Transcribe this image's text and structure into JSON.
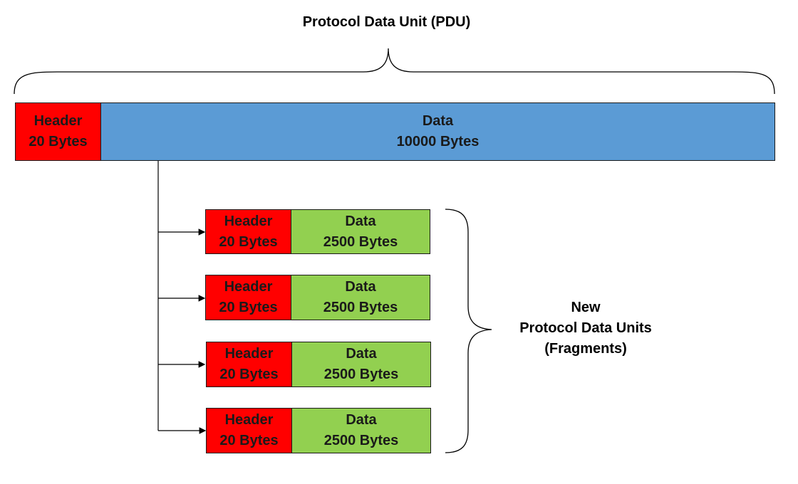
{
  "title": "Protocol Data Unit (PDU)",
  "pdu": {
    "header": {
      "label": "Header",
      "size": "20 Bytes"
    },
    "data": {
      "label": "Data",
      "size": "10000 Bytes"
    }
  },
  "fragments": [
    {
      "header": {
        "label": "Header",
        "size": "20 Bytes"
      },
      "data": {
        "label": "Data",
        "size": "2500 Bytes"
      }
    },
    {
      "header": {
        "label": "Header",
        "size": "20 Bytes"
      },
      "data": {
        "label": "Data",
        "size": "2500 Bytes"
      }
    },
    {
      "header": {
        "label": "Header",
        "size": "20 Bytes"
      },
      "data": {
        "label": "Data",
        "size": "2500 Bytes"
      }
    },
    {
      "header": {
        "label": "Header",
        "size": "20 Bytes"
      },
      "data": {
        "label": "Data",
        "size": "2500 Bytes"
      }
    }
  ],
  "fragments_label": {
    "line1": "New",
    "line2": "Protocol Data Units",
    "line3": "(Fragments)"
  },
  "colors": {
    "header": "#ff0000",
    "pdu_data": "#5b9bd5",
    "fragment_data": "#92d050"
  }
}
